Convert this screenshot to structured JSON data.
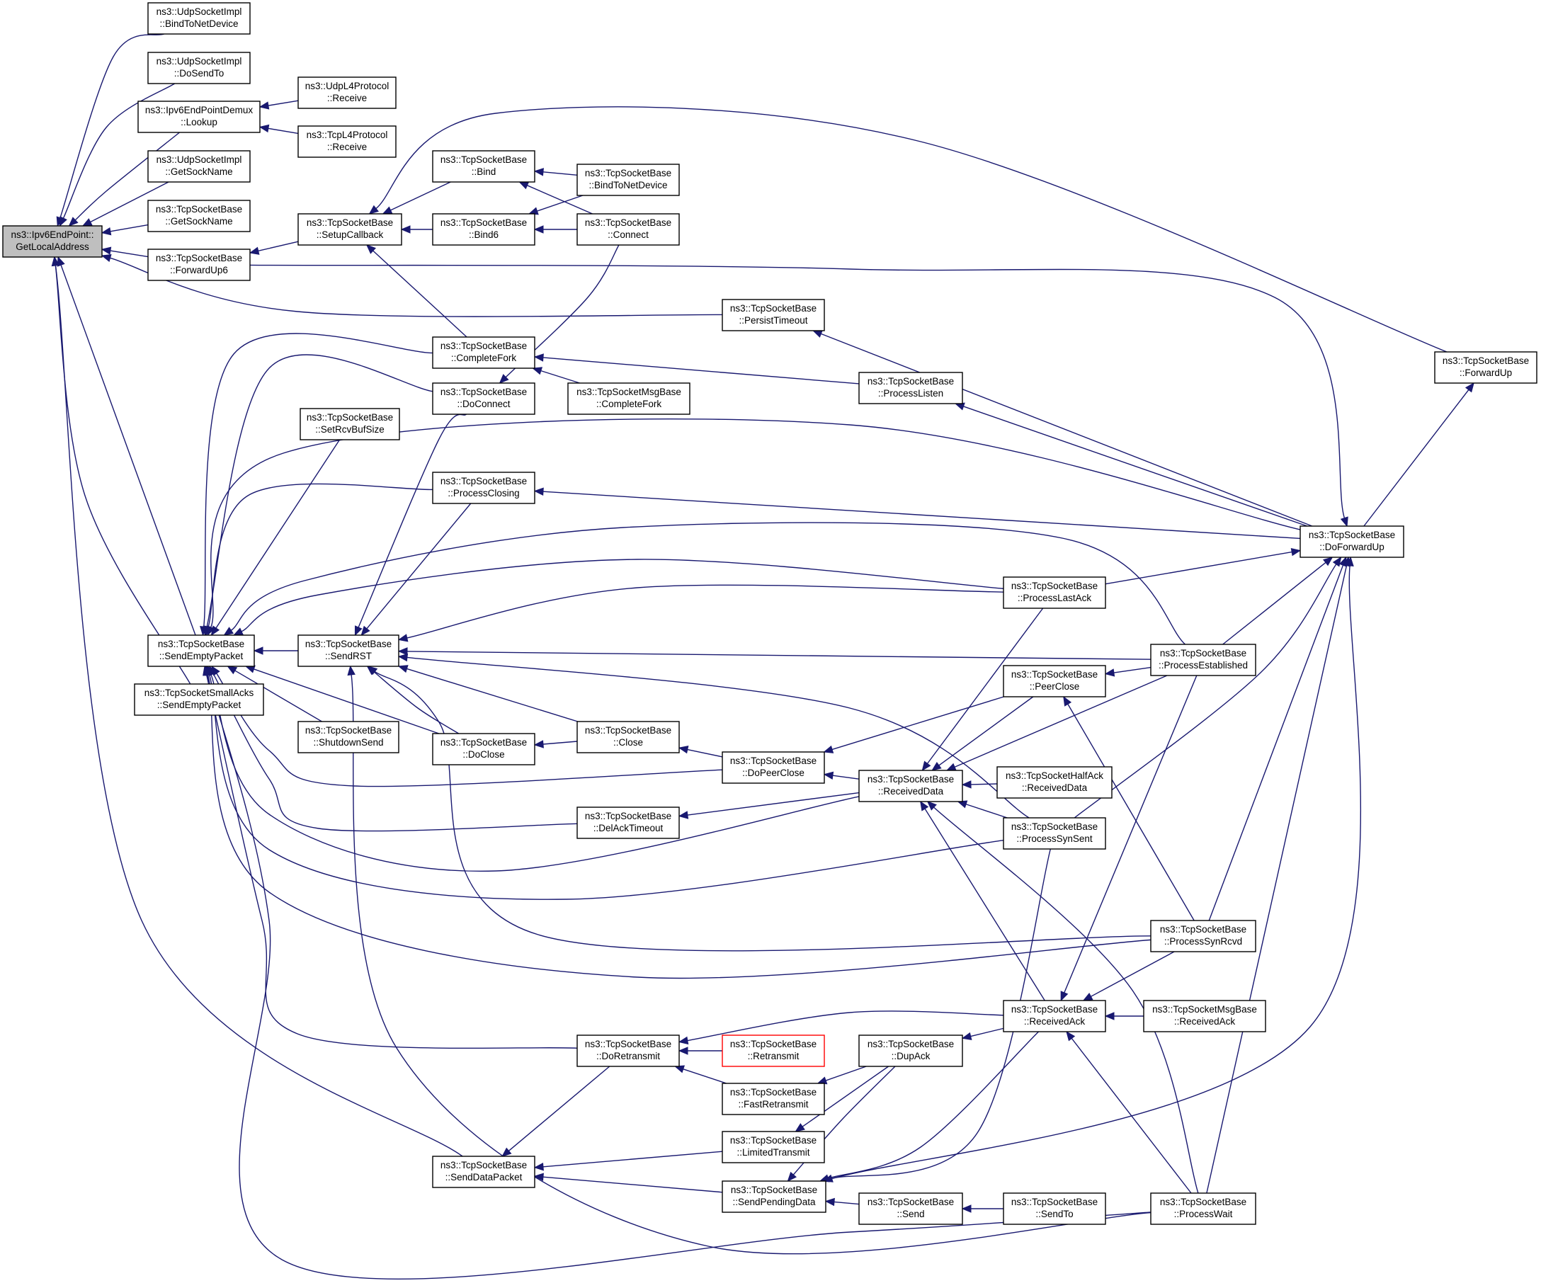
{
  "diagram": {
    "nodes": [
      {
        "id": "root",
        "lines": [
          "ns3::Ipv6EndPoint::",
          "GetLocalAddress"
        ],
        "style": "root"
      },
      {
        "id": "udp_bind",
        "lines": [
          "ns3::UdpSocketImpl",
          "::BindToNetDevice"
        ]
      },
      {
        "id": "udp_dosendto",
        "lines": [
          "ns3::UdpSocketImpl",
          "::DoSendTo"
        ]
      },
      {
        "id": "demux_lookup",
        "lines": [
          "ns3::Ipv6EndPointDemux",
          "::Lookup"
        ]
      },
      {
        "id": "udp_l4_receive",
        "lines": [
          "ns3::UdpL4Protocol",
          "::Receive"
        ]
      },
      {
        "id": "tcp_l4_receive",
        "lines": [
          "ns3::TcpL4Protocol",
          "::Receive"
        ]
      },
      {
        "id": "udp_getsockname",
        "lines": [
          "ns3::UdpSocketImpl",
          "::GetSockName"
        ]
      },
      {
        "id": "tcp_getsockname",
        "lines": [
          "ns3::TcpSocketBase",
          "::GetSockName"
        ]
      },
      {
        "id": "forwardup6",
        "lines": [
          "ns3::TcpSocketBase",
          "::ForwardUp6"
        ]
      },
      {
        "id": "setupcallback",
        "lines": [
          "ns3::TcpSocketBase",
          "::SetupCallback"
        ]
      },
      {
        "id": "bind",
        "lines": [
          "ns3::TcpSocketBase",
          "::Bind"
        ]
      },
      {
        "id": "bind6",
        "lines": [
          "ns3::TcpSocketBase",
          "::Bind6"
        ]
      },
      {
        "id": "bindtonetdevice",
        "lines": [
          "ns3::TcpSocketBase",
          "::BindToNetDevice"
        ]
      },
      {
        "id": "connect",
        "lines": [
          "ns3::TcpSocketBase",
          "::Connect"
        ]
      },
      {
        "id": "persisttimeout",
        "lines": [
          "ns3::TcpSocketBase",
          "::PersistTimeout"
        ]
      },
      {
        "id": "forwardup",
        "lines": [
          "ns3::TcpSocketBase",
          "::ForwardUp"
        ]
      },
      {
        "id": "completefork",
        "lines": [
          "ns3::TcpSocketBase",
          "::CompleteFork"
        ]
      },
      {
        "id": "doconnect",
        "lines": [
          "ns3::TcpSocketBase",
          "::DoConnect"
        ]
      },
      {
        "id": "msg_completefork",
        "lines": [
          "ns3::TcpSocketMsgBase",
          "::CompleteFork"
        ]
      },
      {
        "id": "processlisten",
        "lines": [
          "ns3::TcpSocketBase",
          "::ProcessListen"
        ]
      },
      {
        "id": "setrcvbufsize",
        "lines": [
          "ns3::TcpSocketBase",
          "::SetRcvBufSize"
        ]
      },
      {
        "id": "processclosing",
        "lines": [
          "ns3::TcpSocketBase",
          "::ProcessClosing"
        ]
      },
      {
        "id": "doforwardup",
        "lines": [
          "ns3::TcpSocketBase",
          "::DoForwardUp"
        ]
      },
      {
        "id": "processlastack",
        "lines": [
          "ns3::TcpSocketBase",
          "::ProcessLastAck"
        ]
      },
      {
        "id": "sendemptypacket",
        "lines": [
          "ns3::TcpSocketBase",
          "::SendEmptyPacket"
        ]
      },
      {
        "id": "sendrst",
        "lines": [
          "ns3::TcpSocketBase",
          "::SendRST"
        ]
      },
      {
        "id": "processestablished",
        "lines": [
          "ns3::TcpSocketBase",
          "::ProcessEstablished"
        ]
      },
      {
        "id": "smallacks_sendempty",
        "lines": [
          "ns3::TcpSocketSmallAcks",
          "::SendEmptyPacket"
        ]
      },
      {
        "id": "peerclose",
        "lines": [
          "ns3::TcpSocketBase",
          "::PeerClose"
        ]
      },
      {
        "id": "shutdownsend",
        "lines": [
          "ns3::TcpSocketBase",
          "::ShutdownSend"
        ]
      },
      {
        "id": "doclose",
        "lines": [
          "ns3::TcpSocketBase",
          "::DoClose"
        ]
      },
      {
        "id": "close",
        "lines": [
          "ns3::TcpSocketBase",
          "::Close"
        ]
      },
      {
        "id": "dopeerclose",
        "lines": [
          "ns3::TcpSocketBase",
          "::DoPeerClose"
        ]
      },
      {
        "id": "receiveddata",
        "lines": [
          "ns3::TcpSocketBase",
          "::ReceivedData"
        ]
      },
      {
        "id": "halfack_receiveddata",
        "lines": [
          "ns3::TcpSocketHalfAck",
          "::ReceivedData"
        ]
      },
      {
        "id": "delacktimeout",
        "lines": [
          "ns3::TcpSocketBase",
          "::DelAckTimeout"
        ]
      },
      {
        "id": "processsynsent",
        "lines": [
          "ns3::TcpSocketBase",
          "::ProcessSynSent"
        ]
      },
      {
        "id": "processsynrcvd",
        "lines": [
          "ns3::TcpSocketBase",
          "::ProcessSynRcvd"
        ]
      },
      {
        "id": "receivedack",
        "lines": [
          "ns3::TcpSocketBase",
          "::ReceivedAck"
        ]
      },
      {
        "id": "msg_receivedack",
        "lines": [
          "ns3::TcpSocketMsgBase",
          "::ReceivedAck"
        ]
      },
      {
        "id": "doretransmit",
        "lines": [
          "ns3::TcpSocketBase",
          "::DoRetransmit"
        ]
      },
      {
        "id": "retransmit",
        "lines": [
          "ns3::TcpSocketBase",
          "::Retransmit"
        ],
        "style": "red"
      },
      {
        "id": "dupack",
        "lines": [
          "ns3::TcpSocketBase",
          "::DupAck"
        ]
      },
      {
        "id": "fastretransmit",
        "lines": [
          "ns3::TcpSocketBase",
          "::FastRetransmit"
        ]
      },
      {
        "id": "limitedtransmit",
        "lines": [
          "ns3::TcpSocketBase",
          "::LimitedTransmit"
        ]
      },
      {
        "id": "senddatapacket",
        "lines": [
          "ns3::TcpSocketBase",
          "::SendDataPacket"
        ]
      },
      {
        "id": "sendpendingdata",
        "lines": [
          "ns3::TcpSocketBase",
          "::SendPendingData"
        ]
      },
      {
        "id": "send",
        "lines": [
          "ns3::TcpSocketBase",
          "::Send"
        ]
      },
      {
        "id": "sendto",
        "lines": [
          "ns3::TcpSocketBase",
          "::SendTo"
        ]
      },
      {
        "id": "processwait",
        "lines": [
          "ns3::TcpSocketBase",
          "::ProcessWait"
        ]
      }
    ],
    "colors": {
      "edge": "#191970",
      "border": "#000000",
      "root_fill": "#bfbfbf",
      "highlight_border": "#ff0000",
      "background": "#ffffff"
    }
  }
}
